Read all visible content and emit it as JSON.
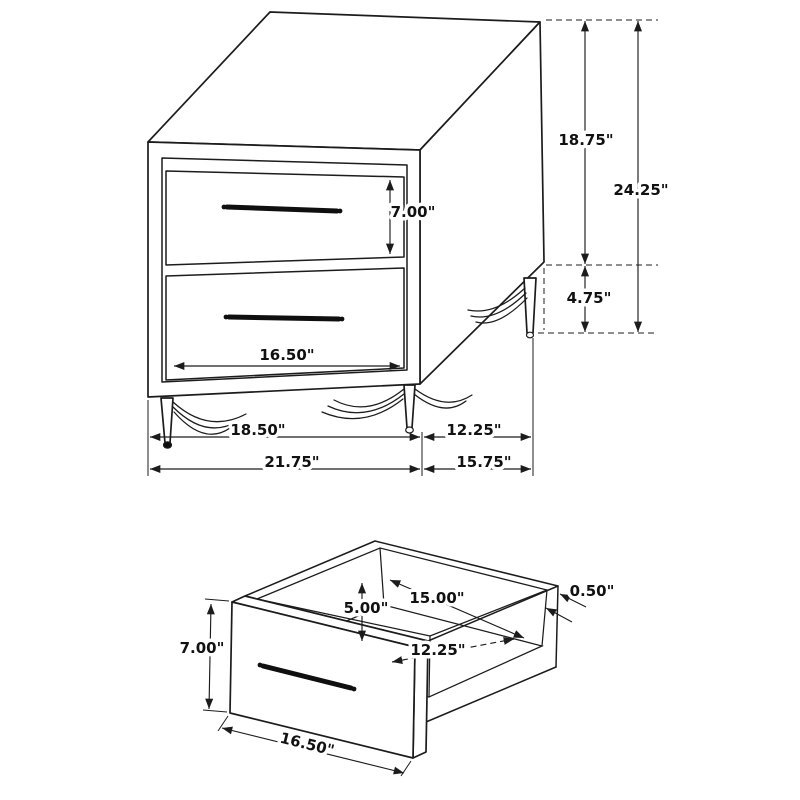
{
  "figures": {
    "nightstand": {
      "dims": {
        "drawer_face_height": "7.00\"",
        "upper_case_height": "18.75\"",
        "overall_height": "24.25\"",
        "leg_height": "4.75\"",
        "drawer_width": "16.50\"",
        "front_leg_span": "18.50\"",
        "side_leg_span": "12.25\"",
        "overall_width": "21.75\"",
        "overall_depth": "15.75\""
      }
    },
    "drawer": {
      "dims": {
        "inner_height": "5.00\"",
        "inner_width": "15.00\"",
        "panel_thickness": "0.50\"",
        "inner_depth": "12.25\"",
        "front_height": "7.00\"",
        "front_width": "16.50\""
      }
    }
  }
}
